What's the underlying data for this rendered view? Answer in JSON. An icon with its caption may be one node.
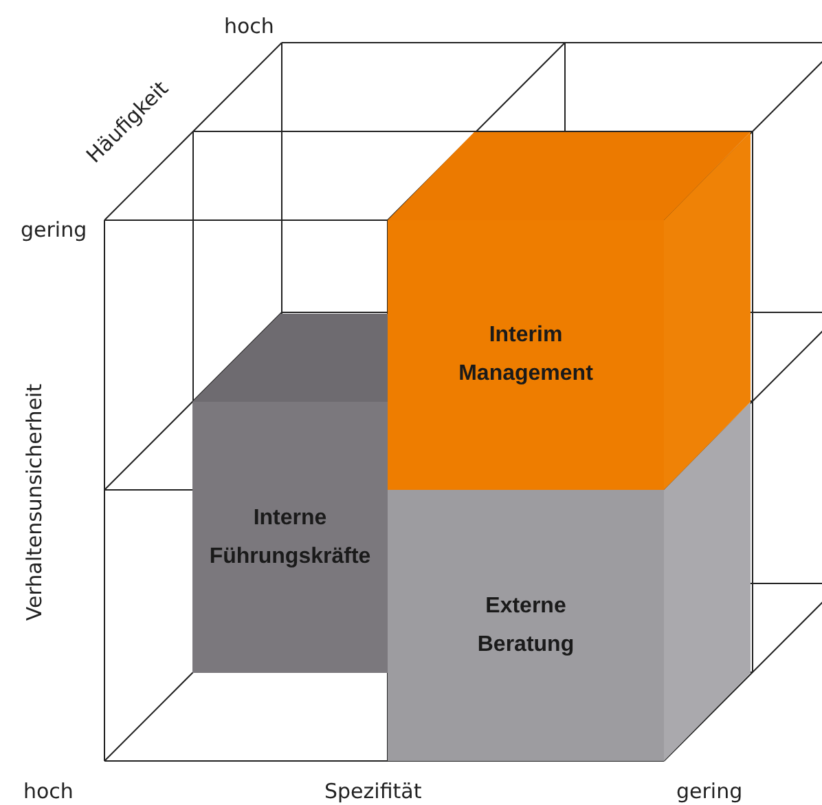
{
  "diagram": {
    "nodes": [
      {
        "text": [
          "Interim Management"
        ]
      },
      {
        "text": [
          "Interne Führungskräfte"
        ]
      },
      {
        "text": [
          "Externe Beratung"
        ]
      }
    ],
    "labels": [
      "hoch",
      "Häufigkeit",
      "gering",
      "Verhaltensunsicherheit",
      "hoch",
      "Spezifität",
      "gering"
    ]
  }
}
